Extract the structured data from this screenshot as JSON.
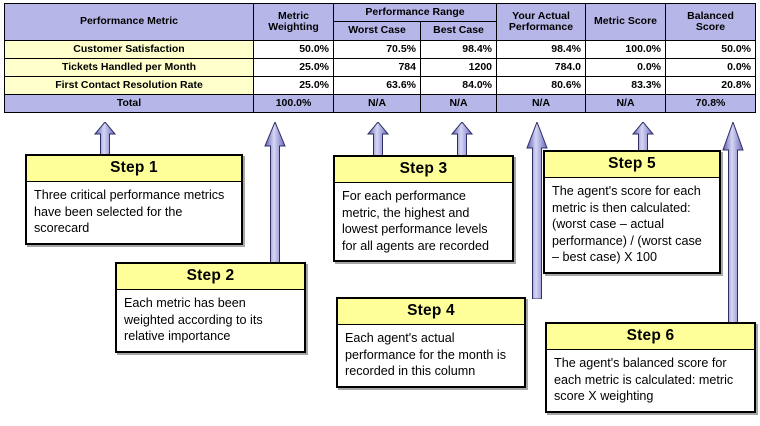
{
  "table": {
    "headers": {
      "metric": "Performance Metric",
      "weighting": "Metric\nWeighting",
      "weighting_line1": "Metric",
      "weighting_line2": "Weighting",
      "range_group": "Performance Range",
      "worst_case": "Worst Case",
      "best_case": "Best Case",
      "actual_line1": "Your Actual",
      "actual_line2": "Performance",
      "metric_score": "Metric Score",
      "balanced_line1": "Balanced",
      "balanced_line2": "Score"
    },
    "rows": [
      {
        "metric": "Customer Satisfaction",
        "weighting": "50.0%",
        "worst_case": "70.5%",
        "best_case": "98.4%",
        "actual": "98.4%",
        "metric_score": "100.0%",
        "balanced_score": "50.0%"
      },
      {
        "metric": "Tickets Handled per Month",
        "weighting": "25.0%",
        "worst_case": "784",
        "best_case": "1200",
        "actual": "784.0",
        "metric_score": "0.0%",
        "balanced_score": "0.0%"
      },
      {
        "metric": "First Contact Resolution Rate",
        "weighting": "25.0%",
        "worst_case": "63.6%",
        "best_case": "84.0%",
        "actual": "80.6%",
        "metric_score": "83.3%",
        "balanced_score": "20.8%"
      }
    ],
    "total_row": {
      "label": "Total",
      "weighting": "100.0%",
      "worst_case": "N/A",
      "best_case": "N/A",
      "actual": "N/A",
      "metric_score": "N/A",
      "balanced_score": "70.8%"
    }
  },
  "steps": [
    {
      "title": "Step 1",
      "body": "Three critical performance metrics have been selected for the scorecard"
    },
    {
      "title": "Step 2",
      "body": "Each metric has been weighted according to its relative importance"
    },
    {
      "title": "Step 3",
      "body": "For each performance metric, the highest and lowest performance levels for all agents are recorded"
    },
    {
      "title": "Step 4",
      "body": "Each agent's actual performance for the month is recorded in this column"
    },
    {
      "title": "Step 5",
      "body": "The agent's score for each metric is then calculated: (worst case – actual performance) / (worst case – best case) X 100"
    },
    {
      "title": "Step 6",
      "body": "The agent's balanced score for each metric is calculated: metric score X weighting"
    }
  ],
  "colors": {
    "header_fill": "#b6b6e8",
    "metric_row_fill": "#ffffcc",
    "step_title_fill": "#ffff99",
    "arrow_fill": "#9a9ad6",
    "border": "#000000"
  }
}
